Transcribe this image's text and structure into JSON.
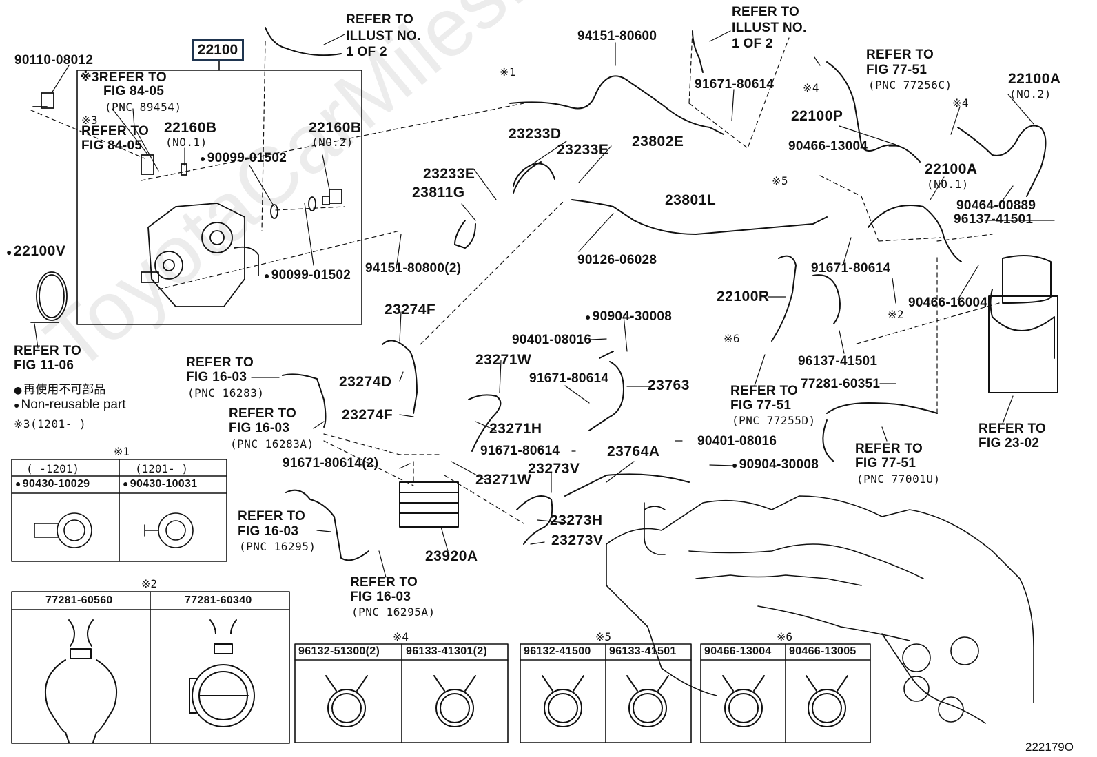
{
  "watermark": "ToyotaCarMiles.ru",
  "figure_code": "222179O",
  "main_part": "22100",
  "labels": {
    "p90110": "90110-08012",
    "refer_8405_a": "※3REFER TO",
    "refer_8405_a2": "FIG 84-05",
    "refer_8405_a3": "(PNC 89454)",
    "refer_8405_b_mark": "※3",
    "refer_8405_b": "REFER TO",
    "refer_8405_b2": "FIG 84-05",
    "p22160b_1": "22160B",
    "p22160b_1n": "(NO.1)",
    "p22160b_2": "22160B",
    "p22160b_2n": "(NO.2)",
    "p90099_a": "90099-01502",
    "p90099_b": "90099-01502",
    "p22100v": "22100V",
    "refer_1106": "REFER TO",
    "refer_1106b": "FIG 11-06",
    "legend_jp": "再使用不可部品",
    "legend_en": "Non-reusable part",
    "legend_x3": "※3(1201-     )",
    "refer_illust_1": "REFER TO",
    "refer_illust_1b": "ILLUST NO.",
    "refer_illust_1c": "1 OF 2",
    "x1": "※1",
    "p94151_600": "94151-80600",
    "refer_illust_2": "REFER TO",
    "refer_illust_2b": "ILLUST NO.",
    "refer_illust_2c": "1 OF 2",
    "p91671_a": "91671-80614",
    "p23802e": "23802E",
    "p23233d": "23233D",
    "p23233e_a": "23233E",
    "p23233e_b": "23233E",
    "p23811g": "23811G",
    "p94151_800": "94151-80800(2)",
    "p23801l": "23801L",
    "p90126": "90126-06028",
    "x5": "※5",
    "x4a": "※4",
    "p22100p": "22100P",
    "refer_7751a": "REFER TO",
    "refer_7751a2": "FIG 77-51",
    "refer_7751a3": "(PNC 77256C)",
    "p90466_13004": "90466-13004",
    "p22100a_2": "22100A",
    "p22100a_2n": "(NO.2)",
    "x4b": "※4",
    "p22100a_1": "22100A",
    "p22100a_1n": "(NO.1)",
    "p90464": "90464-00889",
    "p96137_a": "96137-41501",
    "p91671_b": "91671-80614",
    "p90466_16004": "90466-16004",
    "x2": "※2",
    "p22100r": "22100R",
    "x6": "※6",
    "refer_7751b": "REFER TO",
    "refer_7751b2": "FIG 77-51",
    "refer_7751b3": "(PNC 77255D)",
    "p96137_b": "96137-41501",
    "p77281_60351": "77281-60351",
    "refer_2302": "REFER TO",
    "refer_2302b": "FIG 23-02",
    "refer_7751c": "REFER TO",
    "refer_7751c2": "FIG 77-51",
    "refer_7751c3": "(PNC 77001U)",
    "p23274f_a": "23274F",
    "p23274d": "23274D",
    "p23274f_b": "23274F",
    "p90904_a": "90904-30008",
    "p90401_a": "90401-08016",
    "p91671_c": "91671-80614",
    "p23763": "23763",
    "p23271w_a": "23271W",
    "p23271h": "23271H",
    "p91671_d": "91671-80614",
    "p23271w_b": "23271W",
    "p90401_b": "90401-08016",
    "p23764a": "23764A",
    "p90904_b": "90904-30008",
    "p23273v_a": "23273V",
    "p23273h": "23273H",
    "p23273v_b": "23273V",
    "p91671_e": "91671-80614(2)",
    "p23920a": "23920A",
    "refer_1603a": "REFER TO",
    "refer_1603a2": "FIG 16-03",
    "refer_1603a3": "(PNC 16283)",
    "refer_1603b": "REFER TO",
    "refer_1603b2": "FIG 16-03",
    "refer_1603b3": "(PNC 16283A)",
    "refer_1603c": "REFER TO",
    "refer_1603c2": "FIG 16-03",
    "refer_1603c3": "(PNC 16295)",
    "refer_1603d": "REFER TO",
    "refer_1603d2": "FIG 16-03",
    "refer_1603d3": "(PNC 16295A)"
  },
  "tables": {
    "t1": {
      "mark": "※1",
      "h1": "(     -1201)",
      "h2": "(1201-     )",
      "c1": "90430-10029",
      "c2": "90430-10031"
    },
    "t2": {
      "mark": "※2",
      "c1": "77281-60560",
      "c2": "77281-60340"
    },
    "t4": {
      "mark": "※4",
      "c1": "96132-51300(2)",
      "c2": "96133-41301(2)"
    },
    "t5": {
      "mark": "※5",
      "c1": "96132-41500",
      "c2": "96133-41501"
    },
    "t6": {
      "mark": "※6",
      "c1": "90466-13004",
      "c2": "90466-13005"
    }
  }
}
